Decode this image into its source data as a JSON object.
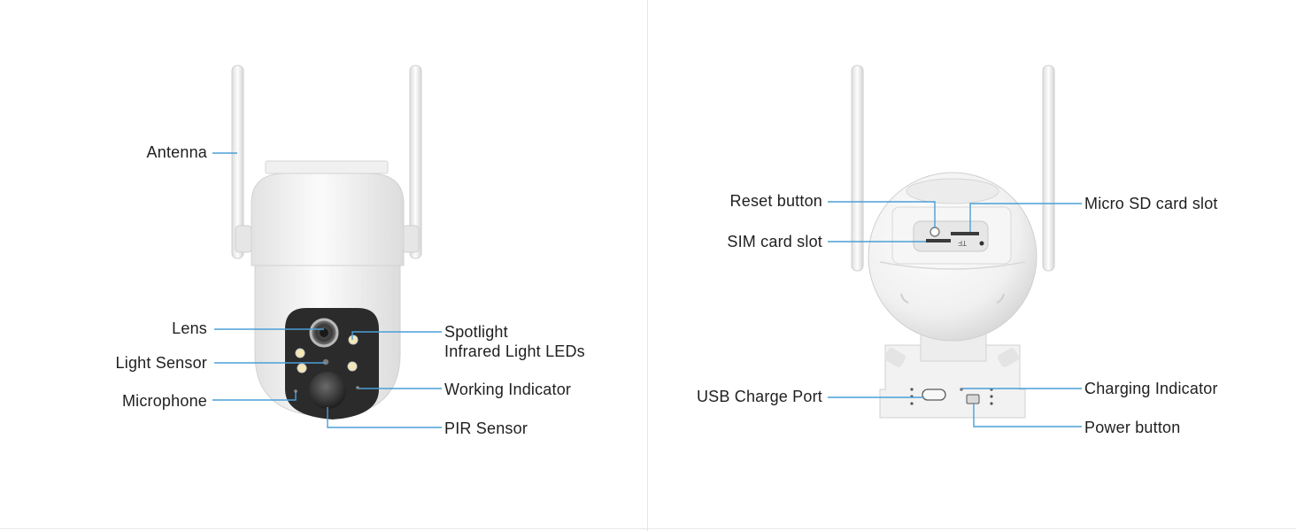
{
  "front_labels": {
    "antenna": "Antenna",
    "lens": "Lens",
    "light_sensor": "Light Sensor",
    "microphone": "Microphone",
    "spotlight_line1": "Spotlight",
    "spotlight_line2": "Infrared Light LEDs",
    "working_indicator": "Working Indicator",
    "pir_sensor": "PIR Sensor"
  },
  "back_labels": {
    "reset_button": "Reset button",
    "sim_card_slot": "SIM card slot",
    "micro_sd_card_slot": "Micro SD card slot",
    "usb_charge_port": "USB Charge Port",
    "charging_indicator": "Charging Indicator",
    "power_button": "Power button",
    "tf_marking": "TF"
  },
  "colors": {
    "leader_line": "#4a9fd8",
    "label_text": "#1f1f1f",
    "camera_body": "#f4f4f4",
    "camera_face": "#2b2b2b"
  }
}
